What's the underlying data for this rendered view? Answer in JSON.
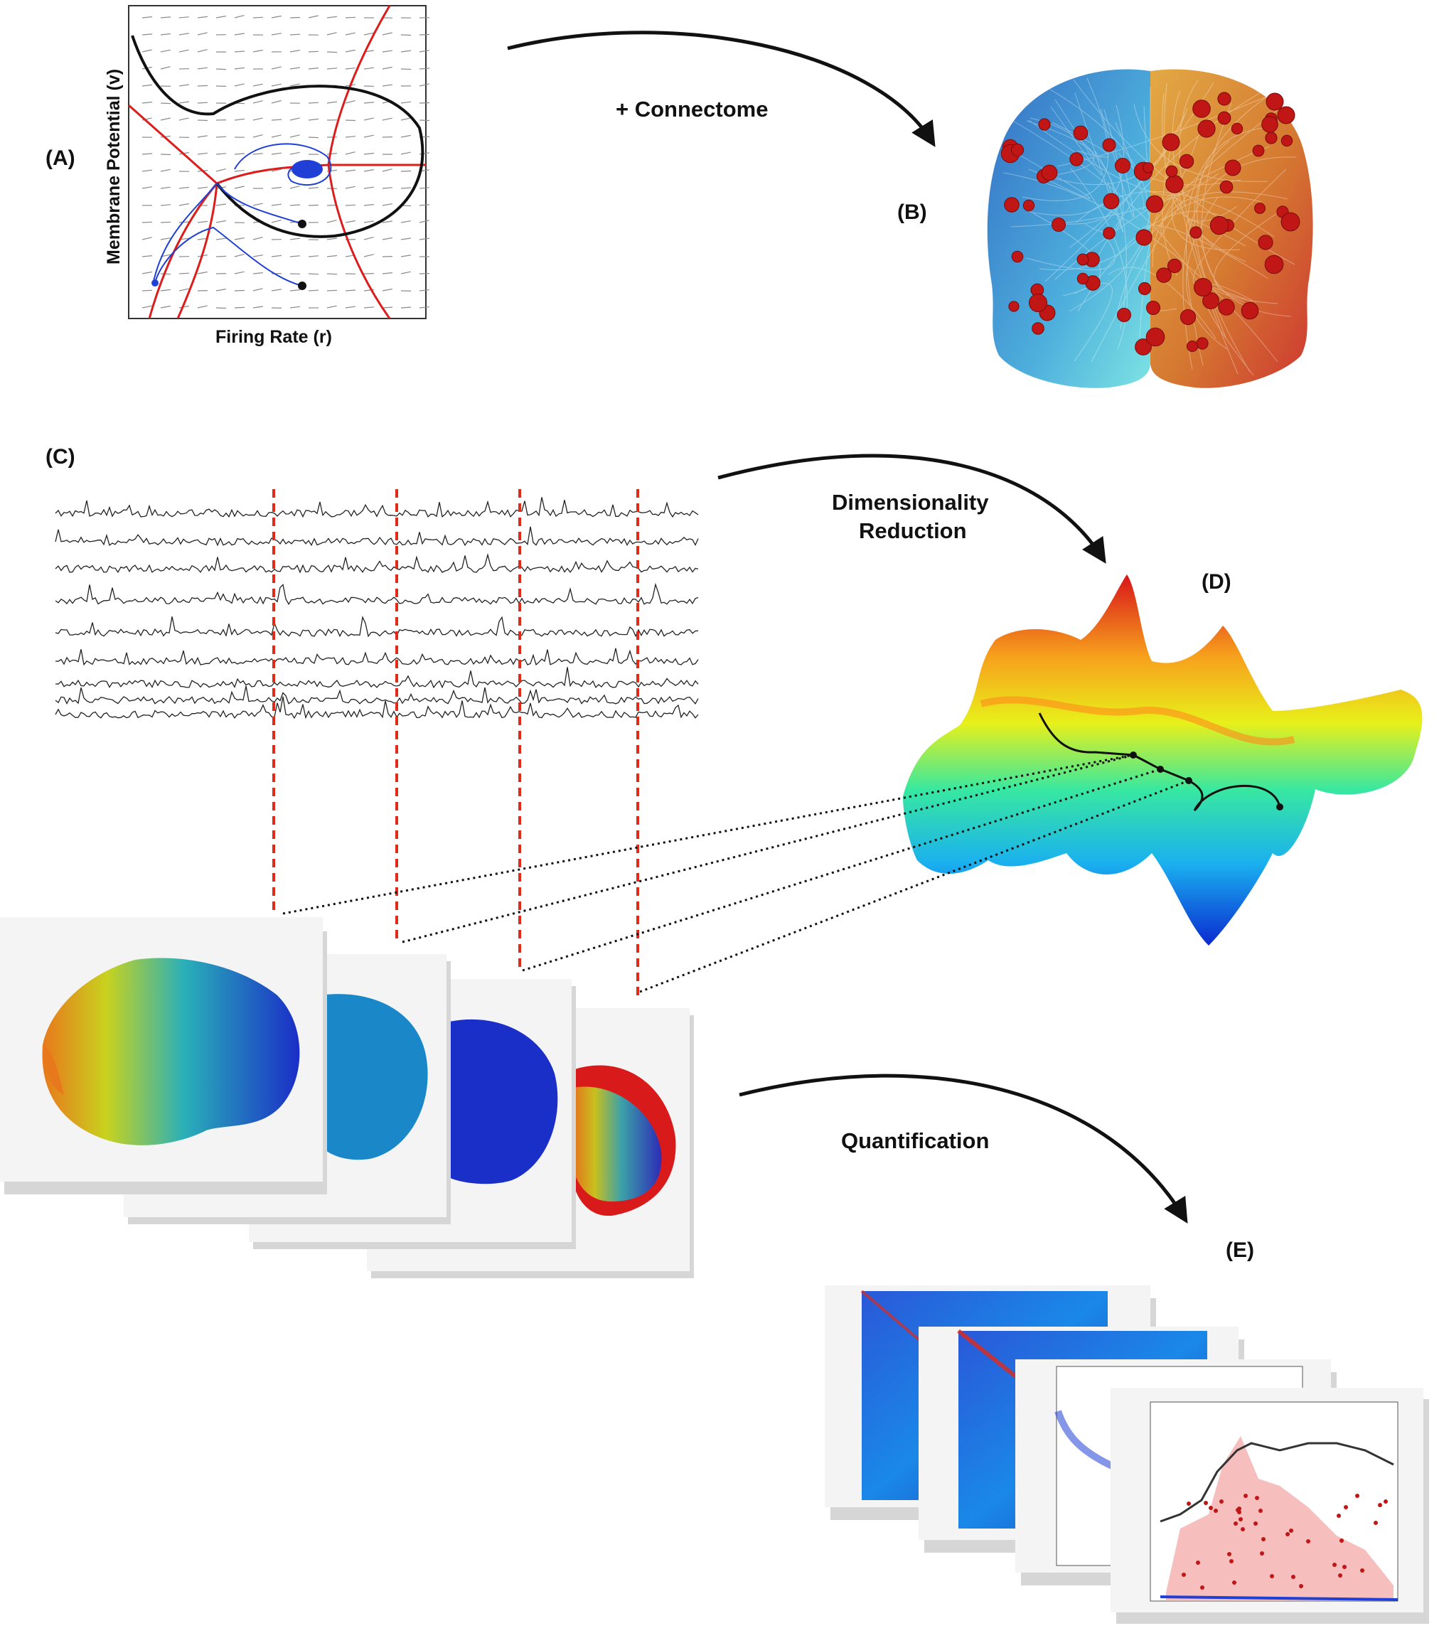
{
  "panels": {
    "a": "(A)",
    "b": "(B)",
    "c": "(C)",
    "d": "(D)",
    "e": "(E)"
  },
  "steps": {
    "connectome": "+ Connectome",
    "dim_line1": "Dimensionality",
    "dim_line2": "Reduction",
    "quantification": "Quantification"
  },
  "phase_plane": {
    "xlabel": "Firing Rate (r)",
    "ylabel": "Membrane Potential (v)"
  },
  "colors": {
    "nullcline": "#dd1c1c",
    "trajectory": "#1f3fd6",
    "orbit": "#111111",
    "window_marker": "#e02a1a",
    "brain_left": "#2a78c8",
    "brain_right": "#c87a20",
    "node": "#c01616"
  },
  "icons": [
    "arrow-curved-icon",
    "brain-connectome-icon",
    "energy-landscape-icon",
    "cortex-surface-icon",
    "matrix-heatmap-icon"
  ]
}
